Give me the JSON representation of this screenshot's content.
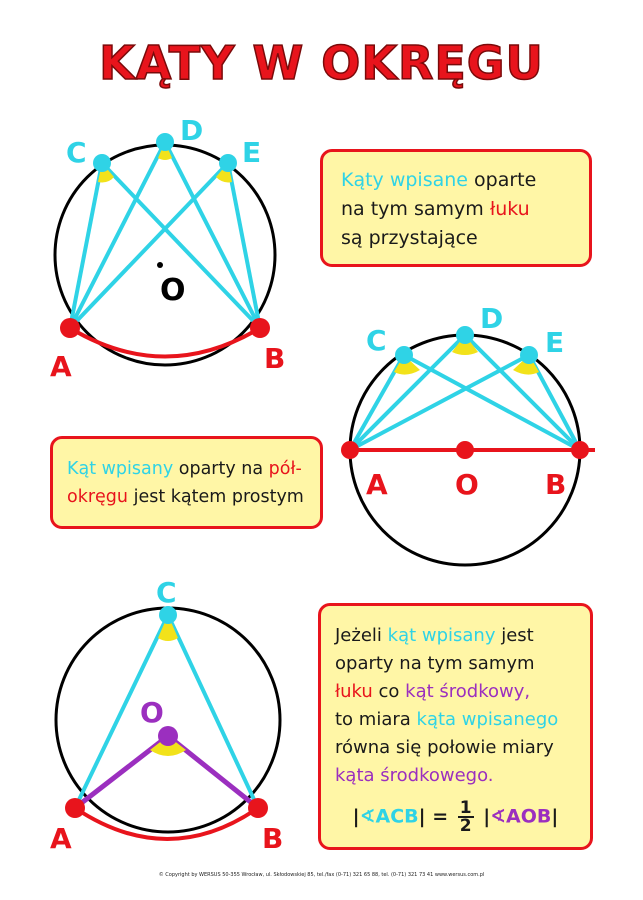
{
  "title": "KĄTY W OKRĘGU",
  "diagram1": {
    "labels": {
      "c": "C",
      "d": "D",
      "e": "E",
      "o": "O",
      "a": "A",
      "b": "B"
    }
  },
  "diagram2": {
    "labels": {
      "c": "C",
      "d": "D",
      "e": "E",
      "a": "A",
      "o": "O",
      "b": "B"
    }
  },
  "diagram3": {
    "labels": {
      "c": "C",
      "o": "O",
      "a": "A",
      "b": "B"
    }
  },
  "box1": {
    "part1": "Kąty wpisane",
    "part2": " oparte",
    "part3": "na tym samym ",
    "part4": "łuku",
    "part5": "są przystające"
  },
  "box2": {
    "part1": "Kąt wpisany",
    "part2": " oparty na ",
    "part3": "pół-",
    "part4": "okręgu",
    "part5": " jest kątem prostym"
  },
  "box3": {
    "part1": "Jeżeli ",
    "part2": "kąt wpisany",
    "part3": " jest",
    "part4": "oparty na tym samym",
    "part5": "łuku",
    "part6": " co ",
    "part7": "kąt środkowy,",
    "part8": "to miara ",
    "part9": "kąta wpisanego",
    "part10": "równa się połowie miary",
    "part11": "kąta środkowego.",
    "formula": {
      "left_open": "|",
      "left_angle": "∢ACB",
      "left_close": "| = ",
      "num": "1",
      "den": "2",
      "right_open": " |",
      "right_angle": "∢AOB",
      "right_close": "|"
    }
  },
  "footer": "© Copyright by WERSUS   50-355 Wrocław, ul. Skłodowskiej 85, tel./fax (0-71) 321 65 88, tel. (0-71) 321 73 41   www.wersus.com.pl",
  "colors": {
    "red": "#e8141c",
    "cyan": "#2fd3e6",
    "yellow": "#fff6a6",
    "purple": "#9b2fbf",
    "angle_fill": "#f2e21a"
  }
}
